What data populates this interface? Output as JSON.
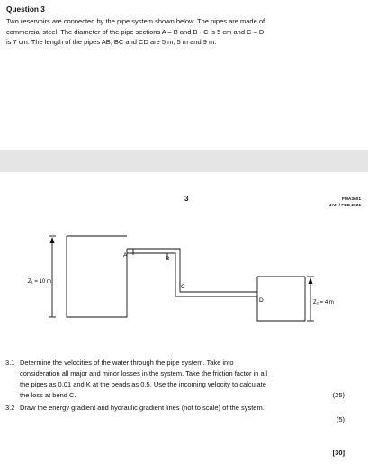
{
  "question": {
    "title": "Question 3",
    "intro_lines": [
      "Two reservoirs are connected by the pipe system shown below. The pipes are made of",
      "commercial steel. The diameter of the pipe sections A – B and B - C is 5 cm and C – D",
      "is 7 cm. The length of the pipes AB, BC and CD are 5 m, 5 m and 9 m."
    ]
  },
  "page": {
    "number": "3",
    "course_code": "FMA3601",
    "exam_period": "JAN / FEB 2021"
  },
  "diagram": {
    "z1_label": "Z₁ = 10 m",
    "z2_label": "Z₂ = 4 m",
    "points": [
      "A",
      "B",
      "C",
      "D"
    ]
  },
  "subquestions": [
    {
      "number": "3.1",
      "lines": [
        "Determine the velocities of the water through the pipe system. Take into",
        "consideration all major and minor losses in the system. Take the friction factor in all",
        "the pipes as 0.01 and K at the bends as 0.5. Use the incoming velocity to calculate",
        "the loss at bend C."
      ],
      "marks": "(25)"
    },
    {
      "number": "3.2",
      "lines": [
        "Draw the energy gradient and hydraulic gradient lines (not to scale) of the system."
      ],
      "marks": "(5)"
    }
  ],
  "total_marks": "[30]"
}
